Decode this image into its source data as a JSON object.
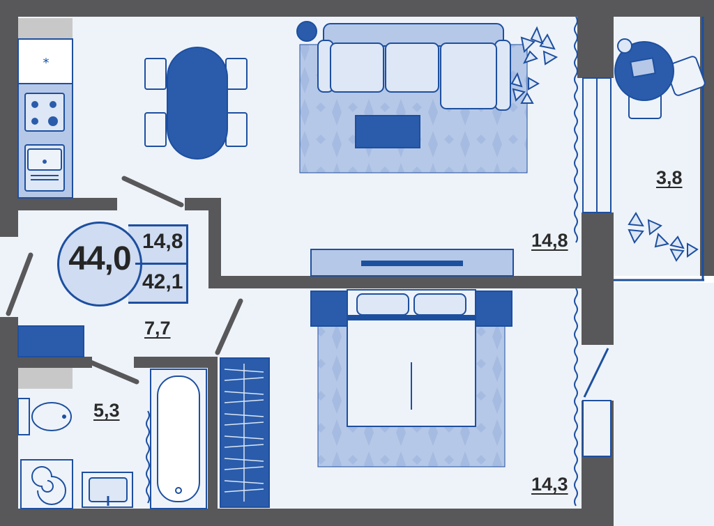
{
  "plan": {
    "total_area": "44,0",
    "summary_upper": "14,8",
    "summary_lower": "42,1"
  },
  "rooms": {
    "living_room": "14,8",
    "bedroom": "14,3",
    "hallway": "7,7",
    "bathroom": "5,3",
    "balcony": "3,8"
  },
  "colors": {
    "wall": "#58585a",
    "floor": "#eef3fa",
    "accent": "#2a5cab",
    "accent_dark": "#1d4f9f",
    "rug": "#b6c8e7",
    "light_fill": "#dde7f5"
  }
}
